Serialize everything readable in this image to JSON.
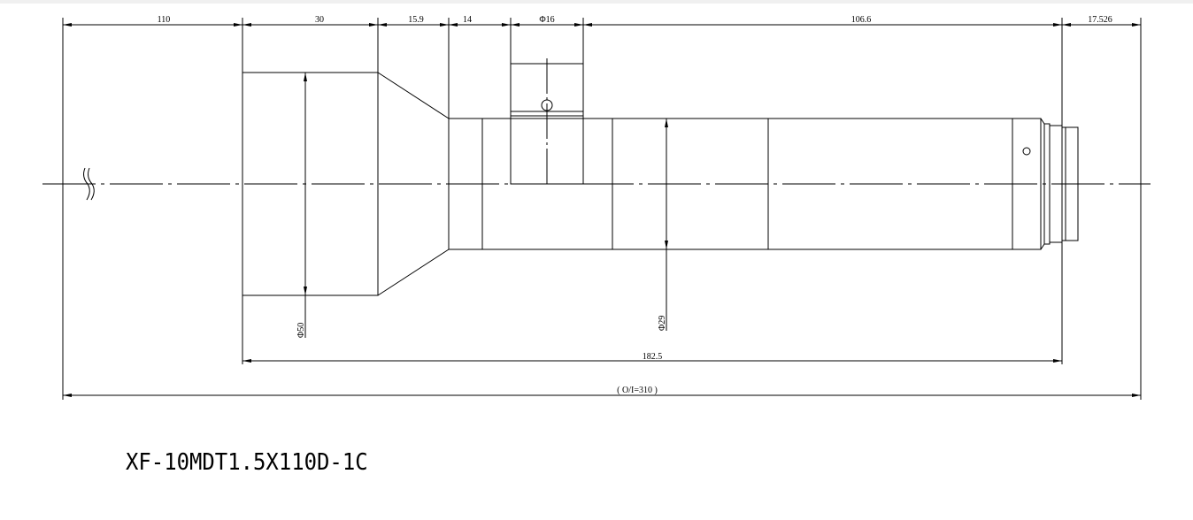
{
  "drawing": {
    "model": "XF-10MDT1.5X110D-1C",
    "dimensions": {
      "working_distance": "110",
      "front_length": "30",
      "taper_length": "15.9",
      "neck_length": "14",
      "knob_diameter": "Φ16",
      "body_length": "106.6",
      "back_focal": "17.526",
      "total_length": "182.5",
      "object_to_image": "( O/I=310 )",
      "front_diameter": "Φ50",
      "body_diameter": "Φ29"
    }
  }
}
